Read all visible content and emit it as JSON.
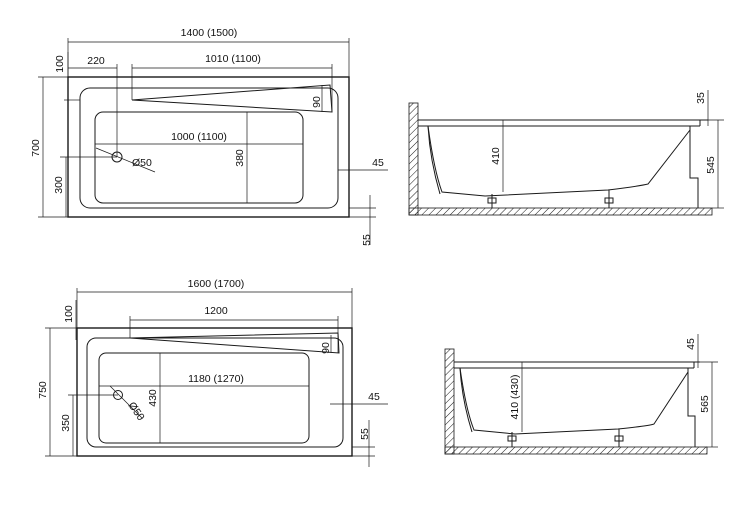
{
  "top": {
    "plan": {
      "overall_length": "1400 (1500)",
      "rim_offset": "100",
      "drain_offset": "220",
      "shelf_length": "1010 (1100)",
      "shelf_depth": "90",
      "width": "700",
      "basin_length": "1000 (1100)",
      "basin_width": "380",
      "drain_diameter": "Ø50",
      "drain_height": "300",
      "apron": "45",
      "foot": "55"
    },
    "section": {
      "rim_height": "35",
      "depth": "410",
      "total_height": "545"
    }
  },
  "bottom": {
    "plan": {
      "overall_length": "1600 (1700)",
      "rim_offset": "100",
      "shelf_length": "1200",
      "shelf_depth": "90",
      "width": "750",
      "basin_length": "1180 (1270)",
      "basin_width": "430",
      "drain_diameter": "Ø50",
      "drain_height": "350",
      "apron": "45",
      "foot": "55"
    },
    "section": {
      "rim_height": "45",
      "depth": "410 (430)",
      "total_height": "565"
    }
  }
}
